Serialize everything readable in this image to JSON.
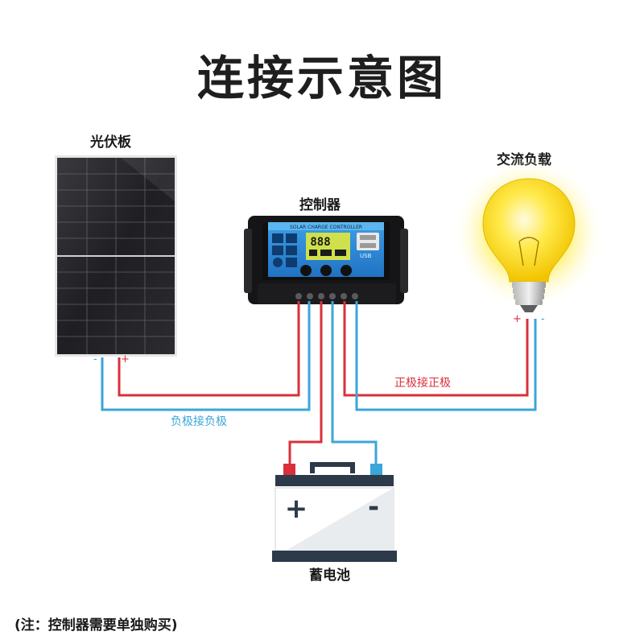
{
  "title": "连接示意图",
  "labels": {
    "solar_panel": "光伏板",
    "controller": "控制器",
    "load": "交流负载",
    "battery": "蓄电池",
    "negative_wire": "负极接负极",
    "positive_wire": "正极接正极"
  },
  "controller_screen": {
    "header": "SOLAR CHARGE CONTROLLER",
    "display": "888",
    "usb_label": "USB"
  },
  "polarity": {
    "panel_neg": "-",
    "panel_pos": "+",
    "load_pos": "+",
    "load_neg": "-",
    "battery_pos": "+",
    "battery_neg": "-"
  },
  "note": "(注：控制器需要单独购买)",
  "colors": {
    "positive_wire": "#d9303a",
    "negative_wire": "#3ba6d8",
    "title": "#1e1e1e",
    "controller_body": "#1d1d1f",
    "controller_screen": "#2f8fd9"
  }
}
